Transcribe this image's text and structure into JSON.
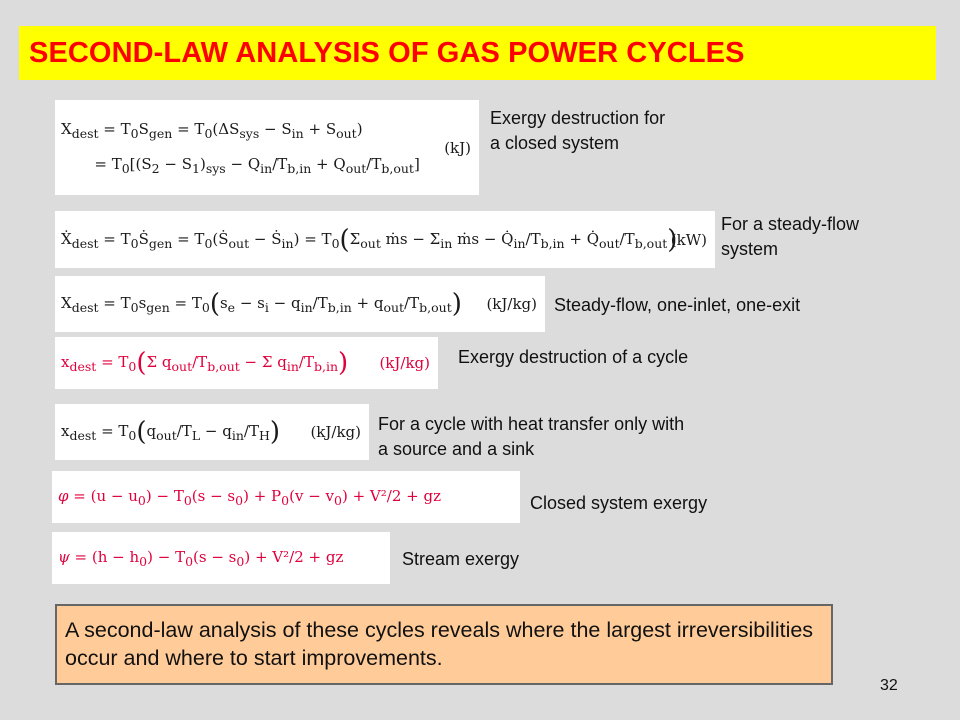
{
  "title": "SECOND-LAW ANALYSIS OF GAS POWER CYCLES",
  "labels": {
    "closed_system": "Exergy destruction for a closed system",
    "steady_flow": "For a steady-flow system",
    "one_inlet_exit": "Steady-flow, one-inlet, one-exit",
    "cycle": "Exergy destruction of a cycle",
    "source_sink": "For a cycle with heat transfer only with a source and a sink",
    "closed_exergy": "Closed system exergy",
    "stream_exergy": "Stream exergy"
  },
  "units": {
    "kJ": "(kJ)",
    "kW": "(kW)",
    "kJkg": "(kJ/kg)"
  },
  "note": "A second-law analysis of these cycles reveals where the largest irreversibilities occur and where to start improvements.",
  "page_number": "32",
  "colors": {
    "background": "#dcdcdc",
    "title_bg": "#ffff00",
    "title_text": "#ff0000",
    "note_bg": "#ffcc99",
    "equation_red": "#e0003c"
  }
}
